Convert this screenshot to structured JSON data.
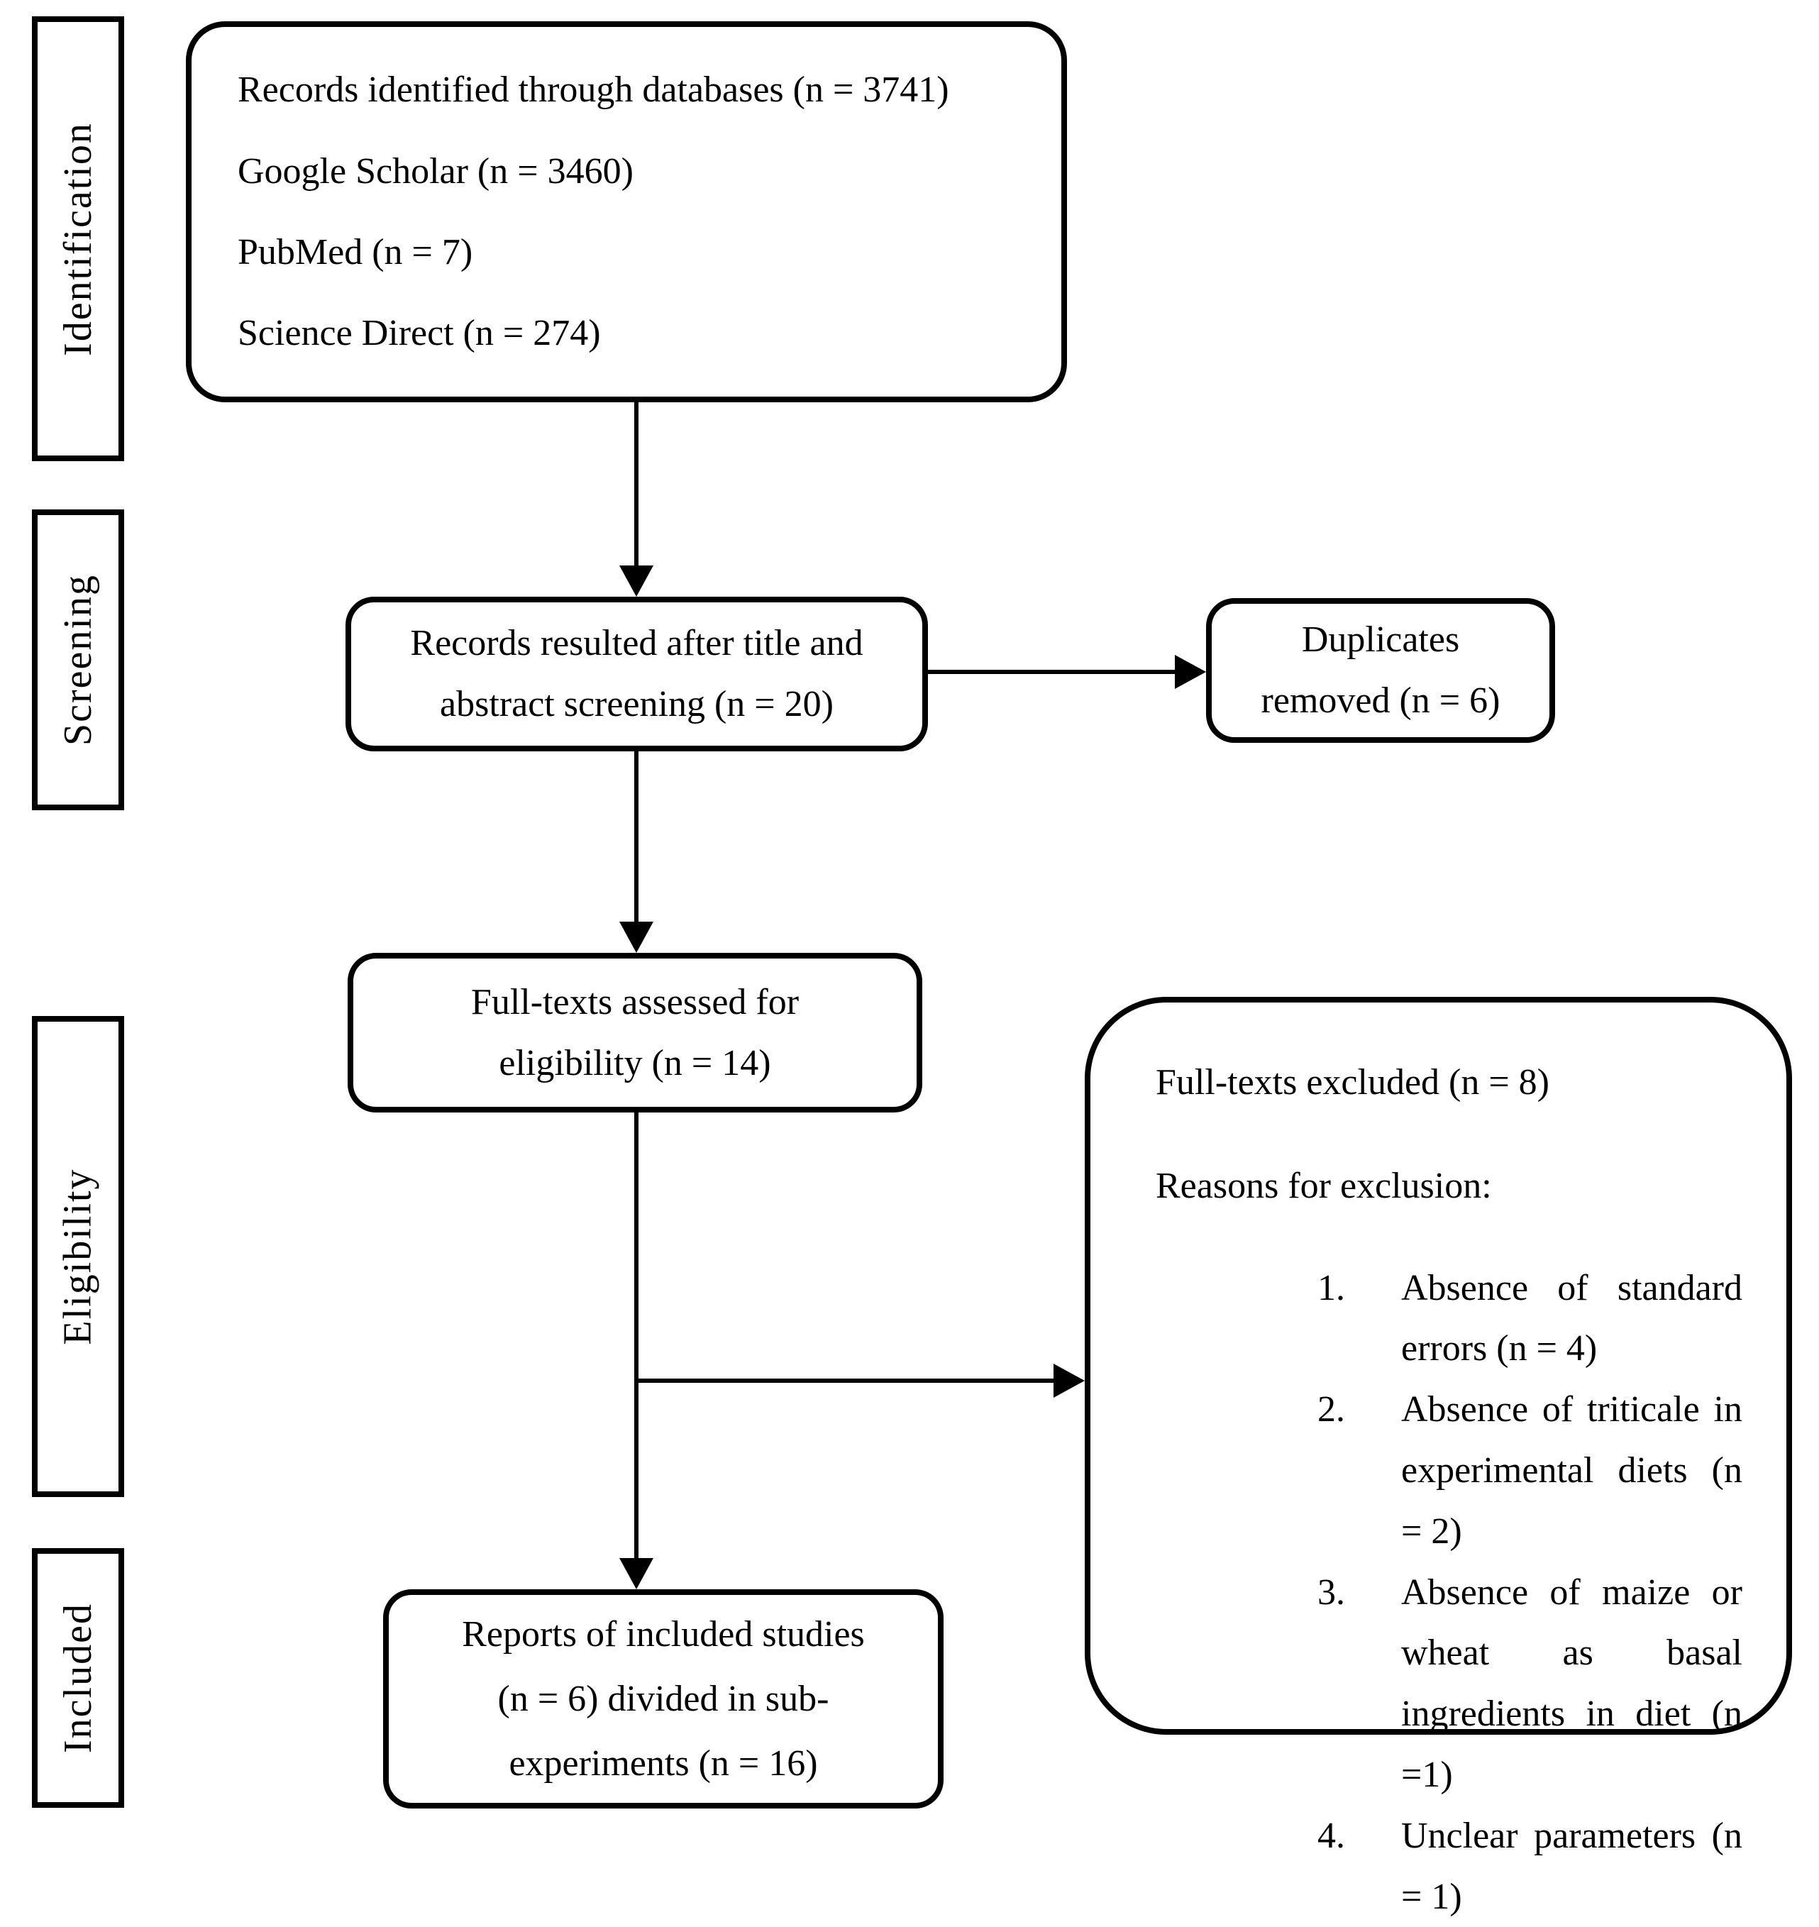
{
  "diagram": {
    "stages": [
      {
        "label": "Identification"
      },
      {
        "label": "Screening"
      },
      {
        "label": "Eligibility"
      },
      {
        "label": "Included"
      }
    ],
    "identified": {
      "lines": [
        "Records identified through databases (n = 3741)",
        "Google Scholar (n = 3460)",
        "PubMed (n = 7)",
        "Science Direct (n = 274)"
      ]
    },
    "title_abstract": {
      "lines": [
        "Records resulted after title and",
        "abstract screening (n = 20)"
      ]
    },
    "duplicates": {
      "lines": [
        "Duplicates",
        "removed (n = 6)"
      ]
    },
    "fulltexts": {
      "lines": [
        "Full-texts assessed for",
        "eligibility (n = 14)"
      ]
    },
    "reports": {
      "lines": [
        "Reports of included studies",
        "(n = 6) divided in sub-",
        "experiments (n = 16)"
      ]
    },
    "excluded": {
      "title": "Full-texts excluded (n = 8)",
      "subtitle": "Reasons for exclusion:",
      "reason_numbers": [
        "1.",
        "2.",
        "3.",
        "4."
      ],
      "reasons": [
        "Absence of standard errors (n = 4)",
        "Absence of triticale in experimental diets (n = 2)",
        "Absence of maize or wheat as basal ingredients in diet (n =1)",
        "Unclear parameters (n = 1)"
      ]
    },
    "colors": {
      "line": "#000000",
      "background": "#ffffff"
    }
  }
}
